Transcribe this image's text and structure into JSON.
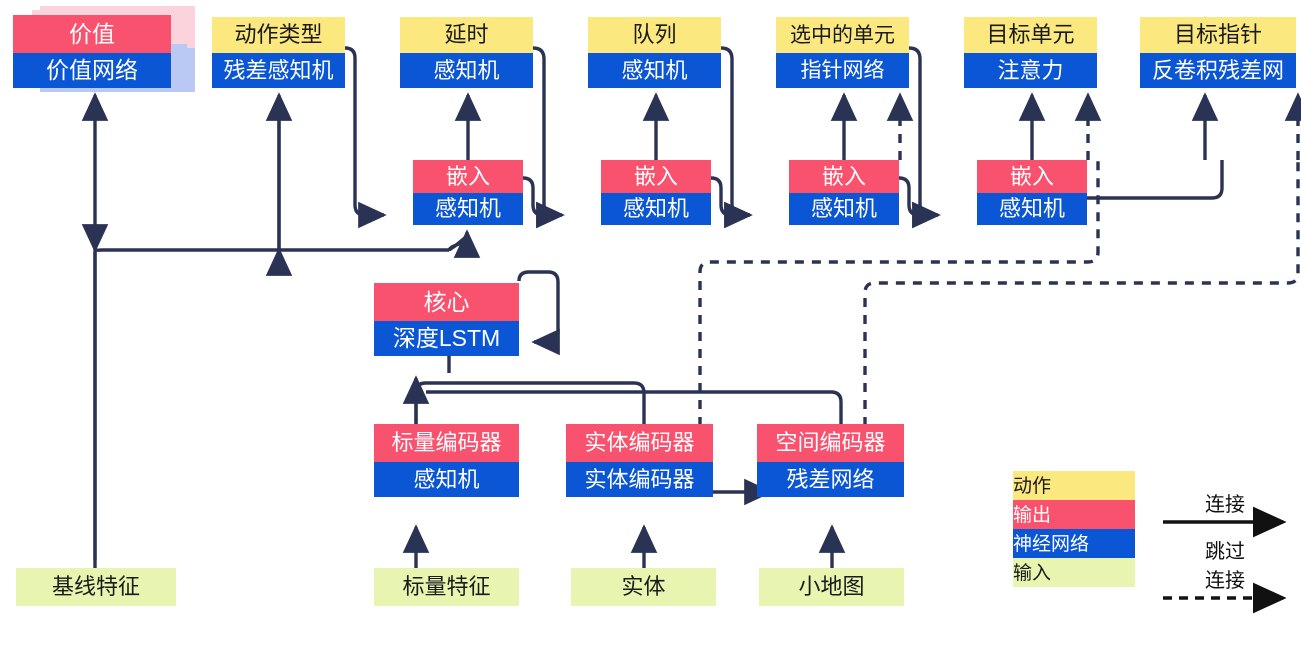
{
  "diagram": {
    "title": "AlphaStar-style agent architecture",
    "colors": {
      "action": "#fbe87f",
      "output": "#f9526f",
      "network": "#0b56d4",
      "input": "#e8f5b0",
      "wire": "#2b3355"
    }
  },
  "nodes": {
    "value": {
      "top": "价值",
      "bottom": "价值网络"
    },
    "action_type": {
      "top": "动作类型",
      "bottom": "残差感知机"
    },
    "delay": {
      "top": "延时",
      "bottom": "感知机"
    },
    "queued": {
      "top": "队列",
      "bottom": "感知机"
    },
    "selected": {
      "top": "选中的单元",
      "bottom": "指针网络"
    },
    "target_unit": {
      "top": "目标单元",
      "bottom": "注意力"
    },
    "target_point": {
      "top": "目标指针",
      "bottom": "反卷积残差网"
    },
    "embed1": {
      "top": "嵌入",
      "bottom": "感知机"
    },
    "embed2": {
      "top": "嵌入",
      "bottom": "感知机"
    },
    "embed3": {
      "top": "嵌入",
      "bottom": "感知机"
    },
    "embed4": {
      "top": "嵌入",
      "bottom": "感知机"
    },
    "core": {
      "top": "核心",
      "bottom": "深度LSTM"
    },
    "scalar_enc": {
      "top": "标量编码器",
      "bottom": "感知机"
    },
    "entity_enc": {
      "top": "实体编码器",
      "bottom": "实体编码器"
    },
    "spatial_enc": {
      "top": "空间编码器",
      "bottom": "残差网络"
    },
    "baseline_in": {
      "label": "基线特征"
    },
    "scalar_in": {
      "label": "标量特征"
    },
    "entity_in": {
      "label": "实体"
    },
    "minimap_in": {
      "label": "小地图"
    }
  },
  "legend": {
    "swatches": [
      {
        "key": "action",
        "label": "动作"
      },
      {
        "key": "output",
        "label": "输出"
      },
      {
        "key": "network",
        "label": "神经网络"
      },
      {
        "key": "input",
        "label": "输入"
      }
    ],
    "arrows": {
      "connect": "连接",
      "skip_line1": "跳过",
      "skip_line2": "连接"
    }
  }
}
